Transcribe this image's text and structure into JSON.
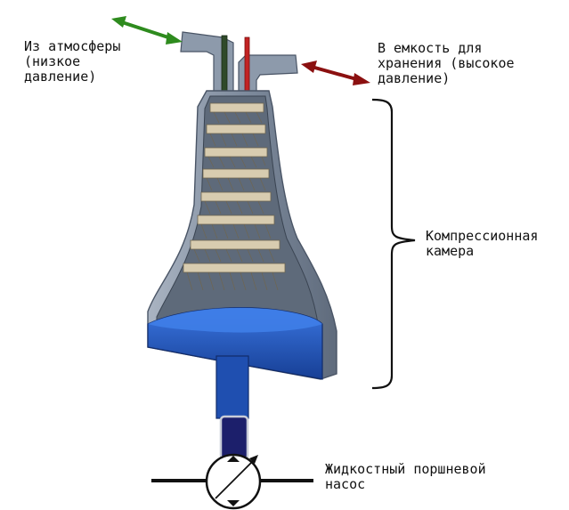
{
  "labels": {
    "inlet": [
      "Из атмосферы",
      "(низкое",
      "давление)"
    ],
    "outlet": [
      "В емкость для",
      "хранения (высокое",
      "давление)"
    ],
    "chamber": [
      "Компрессионная",
      "камера"
    ],
    "pump": [
      "Жидкостный поршневой",
      "насос"
    ]
  },
  "colors": {
    "inlet_arrow": "#2e8b1e",
    "outlet_arrow": "#8b1010",
    "vessel_wall": "#8a97a8",
    "liquid": "#1f4fb0",
    "plates": "#d8ccb0",
    "piston": "#1c1f6b"
  }
}
